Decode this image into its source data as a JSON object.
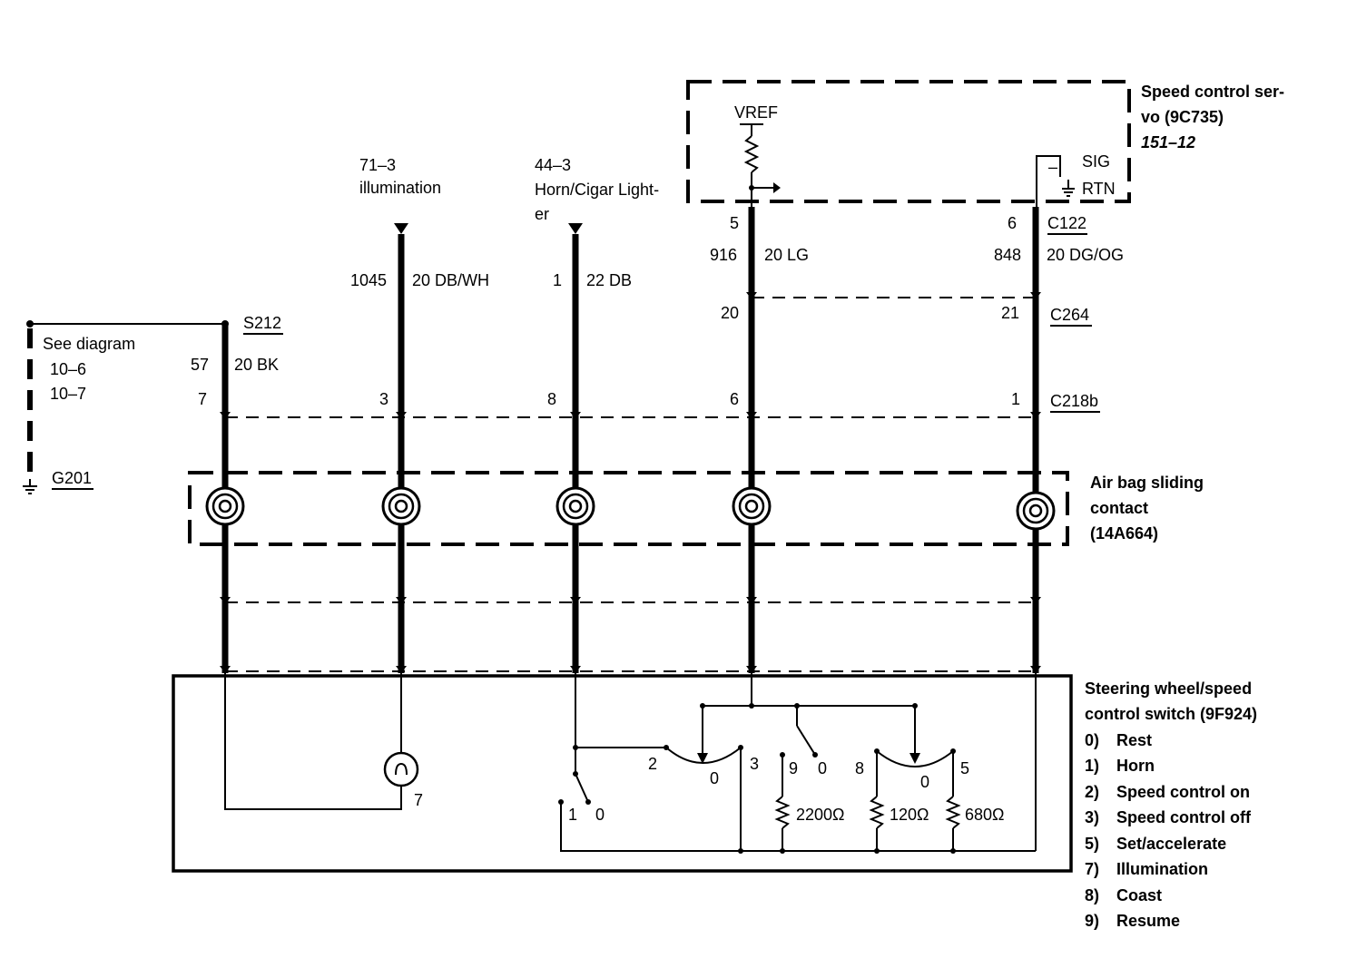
{
  "servo": {
    "title_line1": "Speed control ser-",
    "title_line2": "vo (9C735)",
    "ref": "151–12",
    "vref": "VREF",
    "sig": "SIG",
    "rtn": "RTN",
    "minus": "–"
  },
  "illumination_ref": {
    "code": "71–3",
    "label": "illumination"
  },
  "horn_ref": {
    "code": "44–3",
    "label_line1": "Horn/Cigar Light-",
    "label_line2": "er"
  },
  "ground": {
    "see_diagram": "See diagram",
    "ref1": "10–6",
    "ref2": "10–7",
    "name": "G201",
    "splice": "S212"
  },
  "wires": [
    {
      "circuit": "57",
      "gauge_color": "20 BK",
      "pin_c218b": "7"
    },
    {
      "circuit": "1045",
      "gauge_color": "20 DB/WH",
      "pin_c218b": "3"
    },
    {
      "circuit": "1",
      "gauge_color": "22 DB",
      "pin_c218b": "8"
    },
    {
      "circuit": "916",
      "gauge_color": "20 LG",
      "pin_c122": "5",
      "pin_c264": "20",
      "pin_c218b": "6"
    },
    {
      "circuit": "848",
      "gauge_color": "20 DG/OG",
      "pin_c122": "6",
      "pin_c264": "21",
      "pin_c218b": "1"
    }
  ],
  "connectors": {
    "c122": "C122",
    "c264": "C264",
    "c218b": "C218b"
  },
  "airbag": {
    "line1": "Air bag sliding",
    "line2": "contact",
    "line3": "(14A664)"
  },
  "switch": {
    "title_line1": "Steering wheel/speed",
    "title_line2": "control switch (9F924)",
    "legend": [
      {
        "key": "0)",
        "label": "Rest"
      },
      {
        "key": "1)",
        "label": "Horn"
      },
      {
        "key": "2)",
        "label": "Speed control on"
      },
      {
        "key": "3)",
        "label": "Speed control off"
      },
      {
        "key": "5)",
        "label": "Set/accelerate"
      },
      {
        "key": "7)",
        "label": "Illumination"
      },
      {
        "key": "8)",
        "label": "Coast"
      },
      {
        "key": "9)",
        "label": "Resume"
      }
    ],
    "lamp_label": "7",
    "horn_pos1": "1",
    "horn_pos0": "0",
    "onoff_pos2": "2",
    "onoff_pos0": "0",
    "onoff_pos3": "3",
    "resume_pos9": "9",
    "resume_pos0": "0",
    "coast_pos8": "8",
    "coast_pos0": "0",
    "coast_pos5": "5",
    "r1": "2200Ω",
    "r2": "120Ω",
    "r3": "680Ω"
  }
}
